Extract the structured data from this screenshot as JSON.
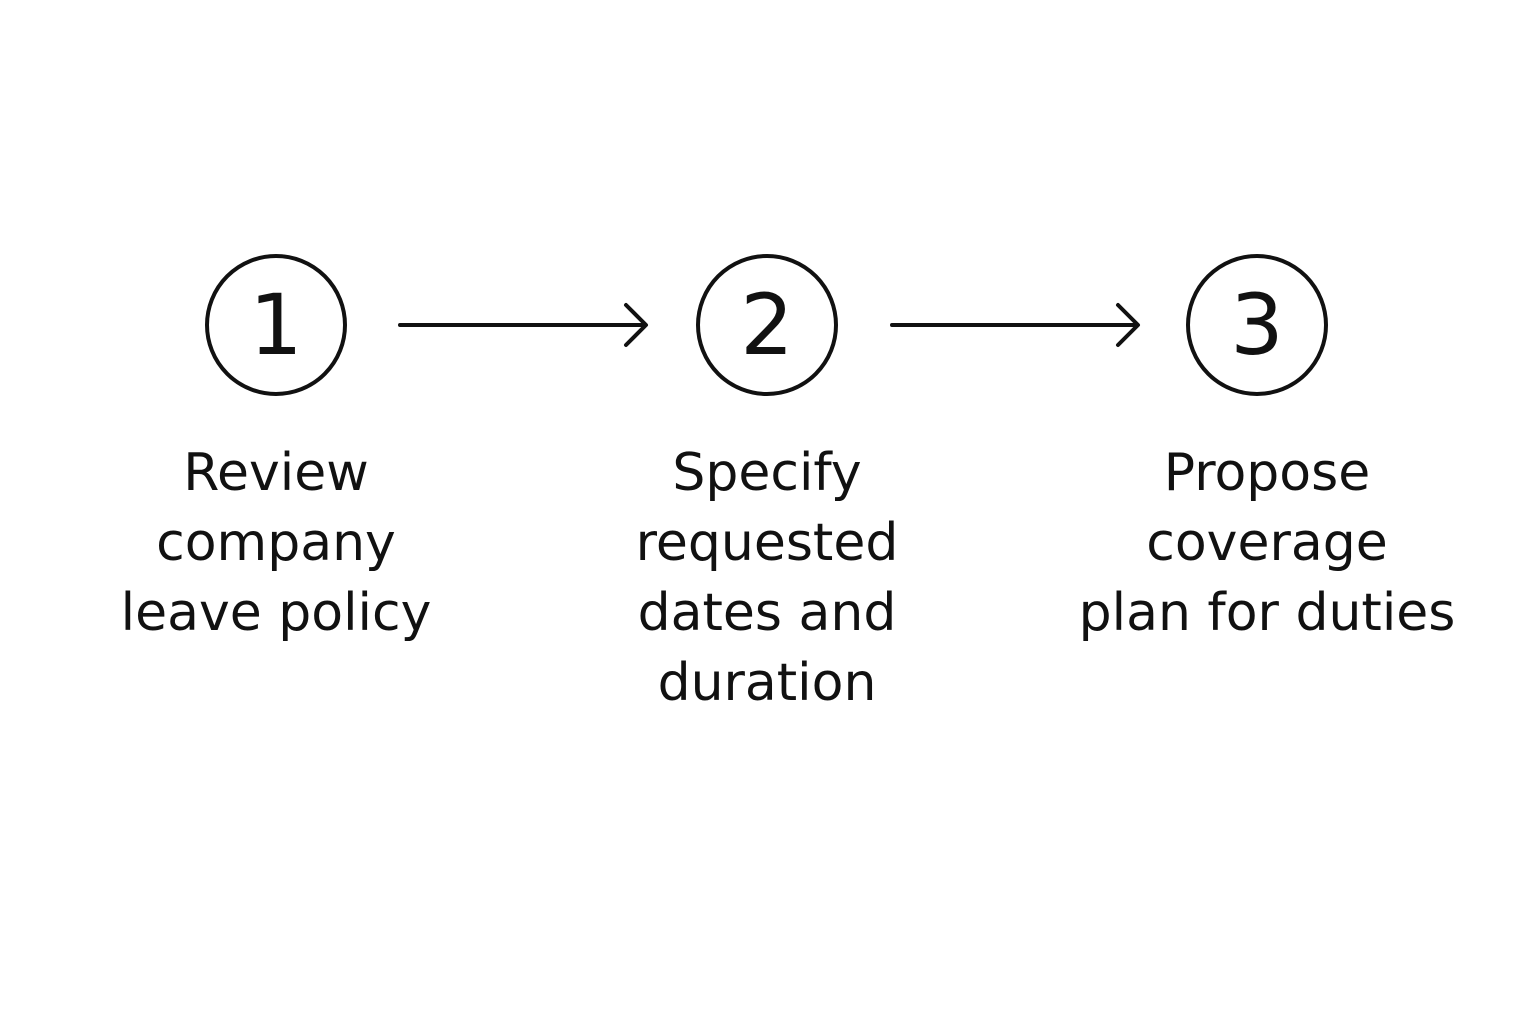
{
  "colors": {
    "background": "#ffffff",
    "ink": "#111111"
  },
  "steps": [
    {
      "number": "1",
      "label_lines": [
        "Review",
        "company",
        "leave policy"
      ]
    },
    {
      "number": "2",
      "label_lines": [
        "Specify",
        "requested",
        "dates and",
        "duration"
      ]
    },
    {
      "number": "3",
      "label_lines": [
        "Propose",
        "coverage",
        "plan for duties"
      ]
    }
  ]
}
